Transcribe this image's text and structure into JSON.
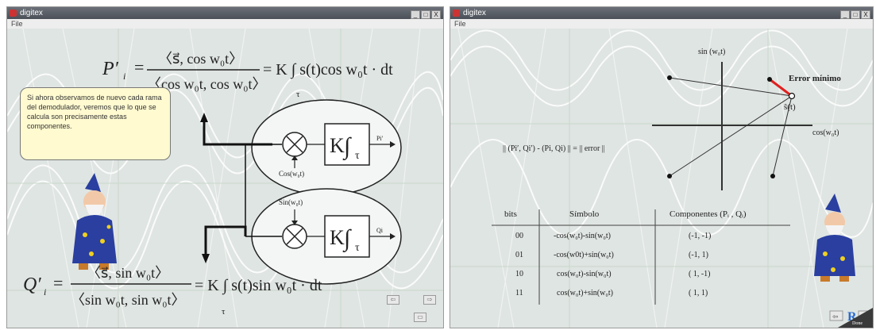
{
  "windows": [
    {
      "title": "digitex",
      "menu": "File",
      "buttons": [
        "_",
        "□",
        "X"
      ]
    },
    {
      "title": "digitex",
      "menu": "File",
      "buttons": [
        "_",
        "□",
        "X"
      ]
    }
  ],
  "left": {
    "eq_top_lhs": "P′",
    "eq_top_lhs_sub": "i",
    "eq_top_num": "〈s⃗, cos w₀t〉",
    "eq_top_den": "〈cos w₀t, cos w₀t〉",
    "eq_top_rhs": "= K ∫ s(t)cos w₀t · dt",
    "eq_top_int_sub": "τ",
    "bubble_text": "Si ahora observamos de nuevo cada rama del demodulador, veremos que lo que se calcula son precisamente estas componentes.",
    "mixer_top_label": "Cos(w₀t)",
    "mixer_bottom_label": "Sin(w₀t)",
    "integrator_k": "K",
    "integrator_tau": "τ",
    "out_top": "Pi′",
    "out_bottom": "Qi",
    "eq_bot_lhs": "Q′",
    "eq_bot_lhs_sub": "i",
    "eq_bot_num": "〈s⃗, sin w₀t〉",
    "eq_bot_den": "〈sin w₀t, sin w₀t〉",
    "eq_bot_rhs": "= K ∫ s(t)sin w₀t · dt",
    "eq_bot_int_sub": "τ",
    "nav_prev": "⇦",
    "nav_next": "⇨",
    "nav_extra": "▭"
  },
  "right": {
    "axis_sin": "sin (w₀t)",
    "axis_cos": "cos(w₀t)",
    "error_label": "Error mínimo",
    "s_hat": "ŝ(t)",
    "norm_formula": "|| (Pi′, Qi′) - (Pi, Qi) || = || error ||",
    "table": {
      "headers": [
        "bits",
        "Símbolo",
        "Componentes (Pᵢ , Qᵢ)"
      ],
      "rows": [
        [
          "00",
          "-cos(w₀t)-sin(w₀t)",
          "(-1,  -1)"
        ],
        [
          "01",
          "-cos(w0t)+sin(w₀t)",
          "(-1,  1)"
        ],
        [
          "10",
          "cos(w₀t)-sin(w₀t)",
          "( 1,  -1)"
        ],
        [
          "11",
          "cos(w₀t)+sin(w₀t)",
          "( 1,  1)"
        ]
      ]
    },
    "nav_prev": "⇦",
    "nav_r": "R",
    "nav_next": "⇨",
    "nav_done": "Done"
  },
  "colors": {
    "error_line": "#e02020",
    "r_button": "#2a6ad0",
    "bubble_bg": "#fffad0"
  }
}
